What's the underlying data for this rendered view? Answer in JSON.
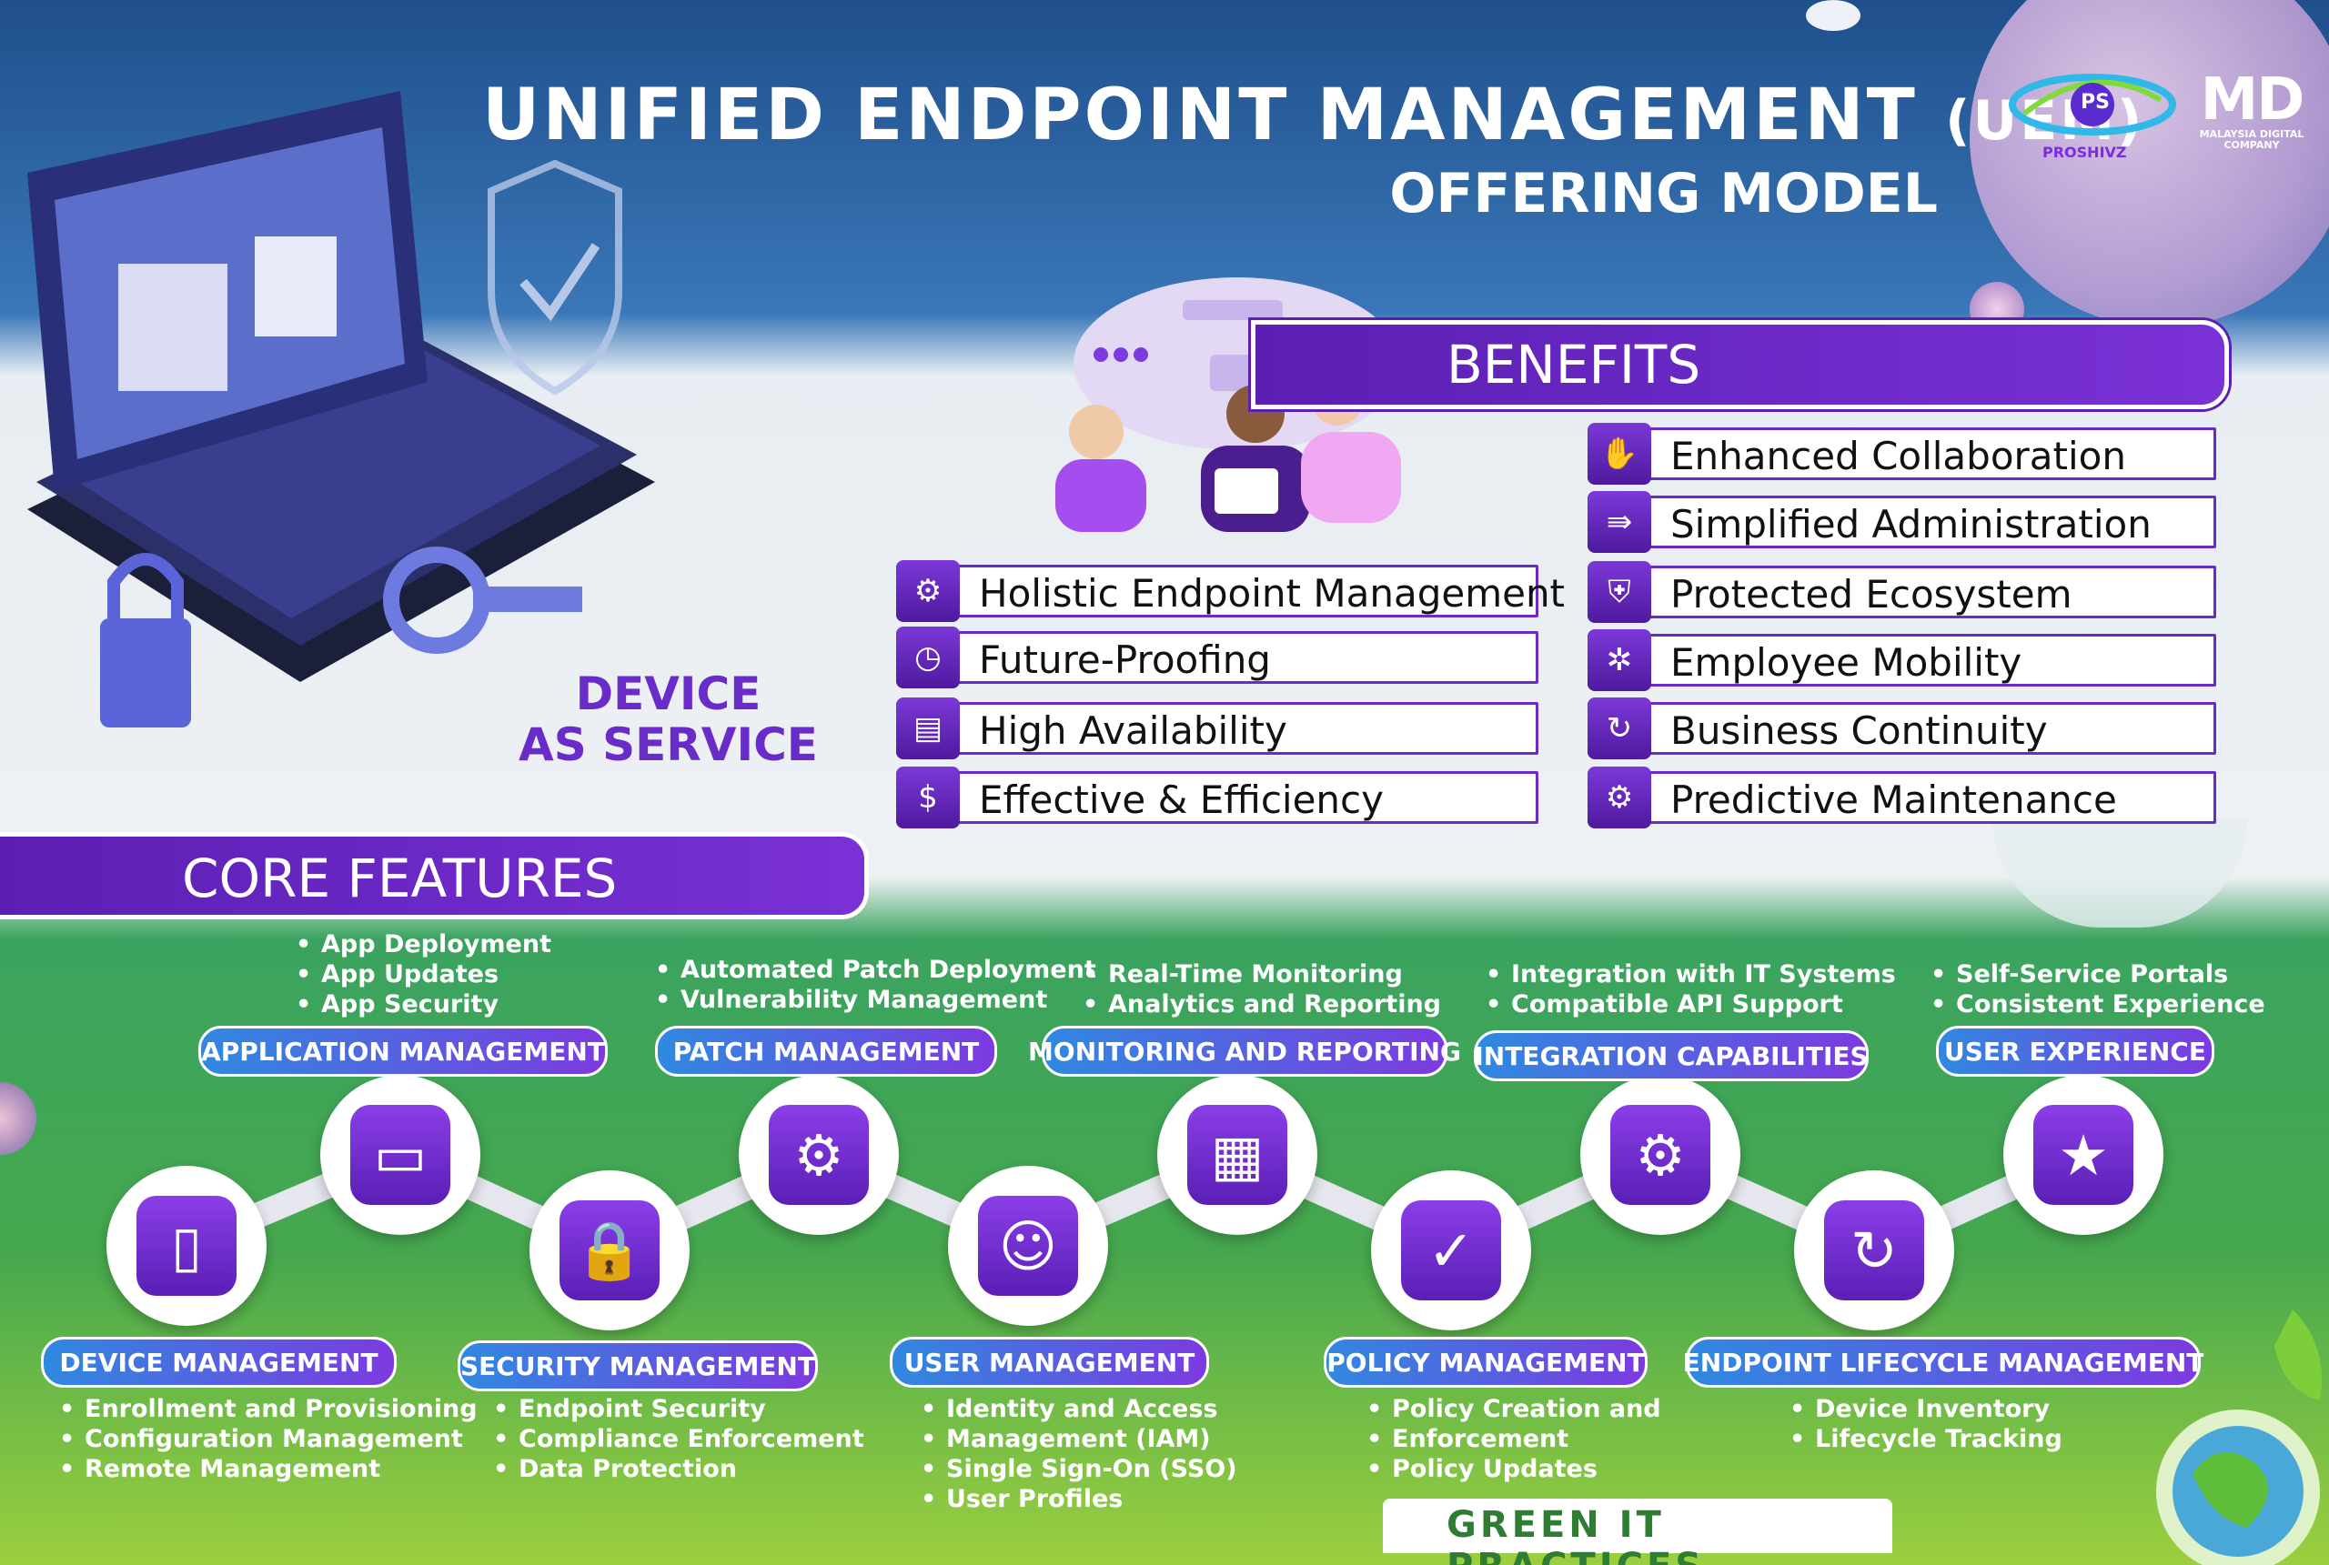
{
  "header": {
    "title": "UNIFIED ENDPOINT MANAGEMENT",
    "title_suffix": "(UEM)",
    "subtitle": "OFFERING MODEL"
  },
  "logos": {
    "ps_mark": "PS",
    "ps_name": "PROSHIVZ",
    "md_mark": "MD",
    "md_caption": "MALAYSIA DIGITAL COMPANY"
  },
  "hero": {
    "device_line1": "DEVICE",
    "device_line2": "AS SERVICE"
  },
  "benefits": {
    "title": "BENEFITS",
    "left": [
      {
        "label": "Holistic Endpoint Management",
        "icon": "hand-gear-icon"
      },
      {
        "label": "Future-Proofing",
        "icon": "clock-gear-icon"
      },
      {
        "label": "High Availability",
        "icon": "hands-server-icon"
      },
      {
        "label": "Effective & Efficiency",
        "icon": "growth-chart-icon"
      }
    ],
    "right": [
      {
        "label": "Enhanced Collaboration",
        "icon": "handshake-icon"
      },
      {
        "label": "Simplified Administration",
        "icon": "arrows-flow-icon"
      },
      {
        "label": "Protected Ecosystem",
        "icon": "shield-leaf-icon"
      },
      {
        "label": "Employee Mobility",
        "icon": "team-cycle-icon"
      },
      {
        "label": "Business Continuity",
        "icon": "cycle-chart-icon"
      },
      {
        "label": "Predictive Maintenance",
        "icon": "window-gear-icon"
      }
    ]
  },
  "core": {
    "title": "CORE FEATURES",
    "features": {
      "app": {
        "label": "APPLICATION MANAGEMENT",
        "items": [
          "App Deployment",
          "App Updates",
          "App Security"
        ]
      },
      "patch": {
        "label": "PATCH MANAGEMENT",
        "items": [
          "Automated Patch Deployment",
          "Vulnerability Management"
        ]
      },
      "monitor": {
        "label": "MONITORING AND REPORTING",
        "items": [
          "Real-Time Monitoring",
          "Analytics and Reporting"
        ]
      },
      "integration": {
        "label": "INTEGRATION CAPABILITIES",
        "items": [
          "Integration with IT Systems",
          "Compatible API Support"
        ]
      },
      "ux": {
        "label": "USER EXPERIENCE",
        "items": [
          "Self-Service Portals",
          "Consistent Experience"
        ]
      },
      "device": {
        "label": "DEVICE MANAGEMENT",
        "items": [
          "Enrollment and Provisioning",
          "Configuration Management",
          "Remote Management"
        ]
      },
      "security": {
        "label": "SECURITY MANAGEMENT",
        "items": [
          "Endpoint Security",
          "Compliance Enforcement",
          "Data Protection"
        ]
      },
      "user": {
        "label": "USER MANAGEMENT",
        "items": [
          "Identity and Access",
          "Management (IAM)",
          "Single Sign-On (SSO)",
          "User Profiles"
        ]
      },
      "policy": {
        "label": "POLICY MANAGEMENT",
        "items": [
          "Policy Creation and",
          "Enforcement",
          "Policy Updates"
        ]
      },
      "lifecycle": {
        "label": "ENDPOINT LIFECYCLE MANAGEMENT",
        "items": [
          "Device Inventory",
          "Lifecycle Tracking"
        ]
      }
    }
  },
  "footer": {
    "green_it": "GREEN IT PRACTICES"
  }
}
